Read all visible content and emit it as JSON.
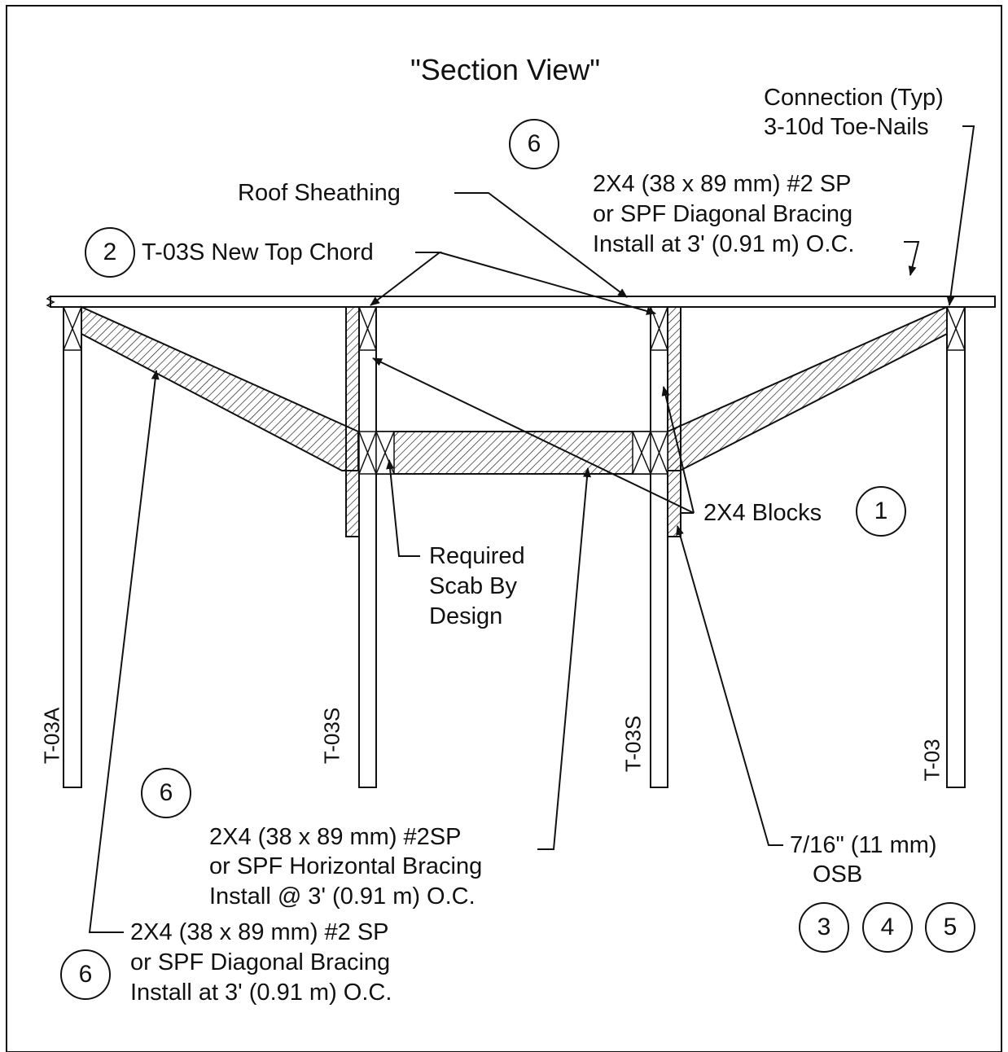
{
  "title": "\"Section View\"",
  "callouts": {
    "roof_sheathing": "Roof Sheathing",
    "new_top_chord": "T-03S New Top Chord",
    "connection": [
      "Connection (Typ)",
      "3-10d Toe-Nails"
    ],
    "diag_bracing_top": [
      "2X4 (38 x 89 mm) #2 SP",
      "or SPF Diagonal Bracing",
      "Install at 3' (0.91 m) O.C."
    ],
    "blocks": "2X4 Blocks",
    "required_scab": [
      "Required",
      "Scab By",
      "Design"
    ],
    "horizontal_bracing": [
      "2X4  (38 x 89 mm) #2SP",
      "or SPF Horizontal Bracing",
      "Install @ 3' (0.91 m) O.C."
    ],
    "osb": [
      "7/16\" (11 mm)",
      "OSB"
    ],
    "diag_bracing_bottom": [
      "2X4 (38 x 89 mm) #2 SP",
      "or SPF Diagonal Bracing",
      "Install at 3' (0.91 m) O.C."
    ]
  },
  "truss_labels": [
    "T-03A",
    "T-03S",
    "T-03S",
    "T-03"
  ],
  "step_numbers": {
    "top_center": "6",
    "top_chord": "2",
    "blocks": "1",
    "horizontal": "6",
    "osb_1": "3",
    "osb_2": "4",
    "osb_3": "5",
    "bottom_left": "6"
  },
  "colors": {
    "line": "#111111",
    "background": "#ffffff"
  }
}
